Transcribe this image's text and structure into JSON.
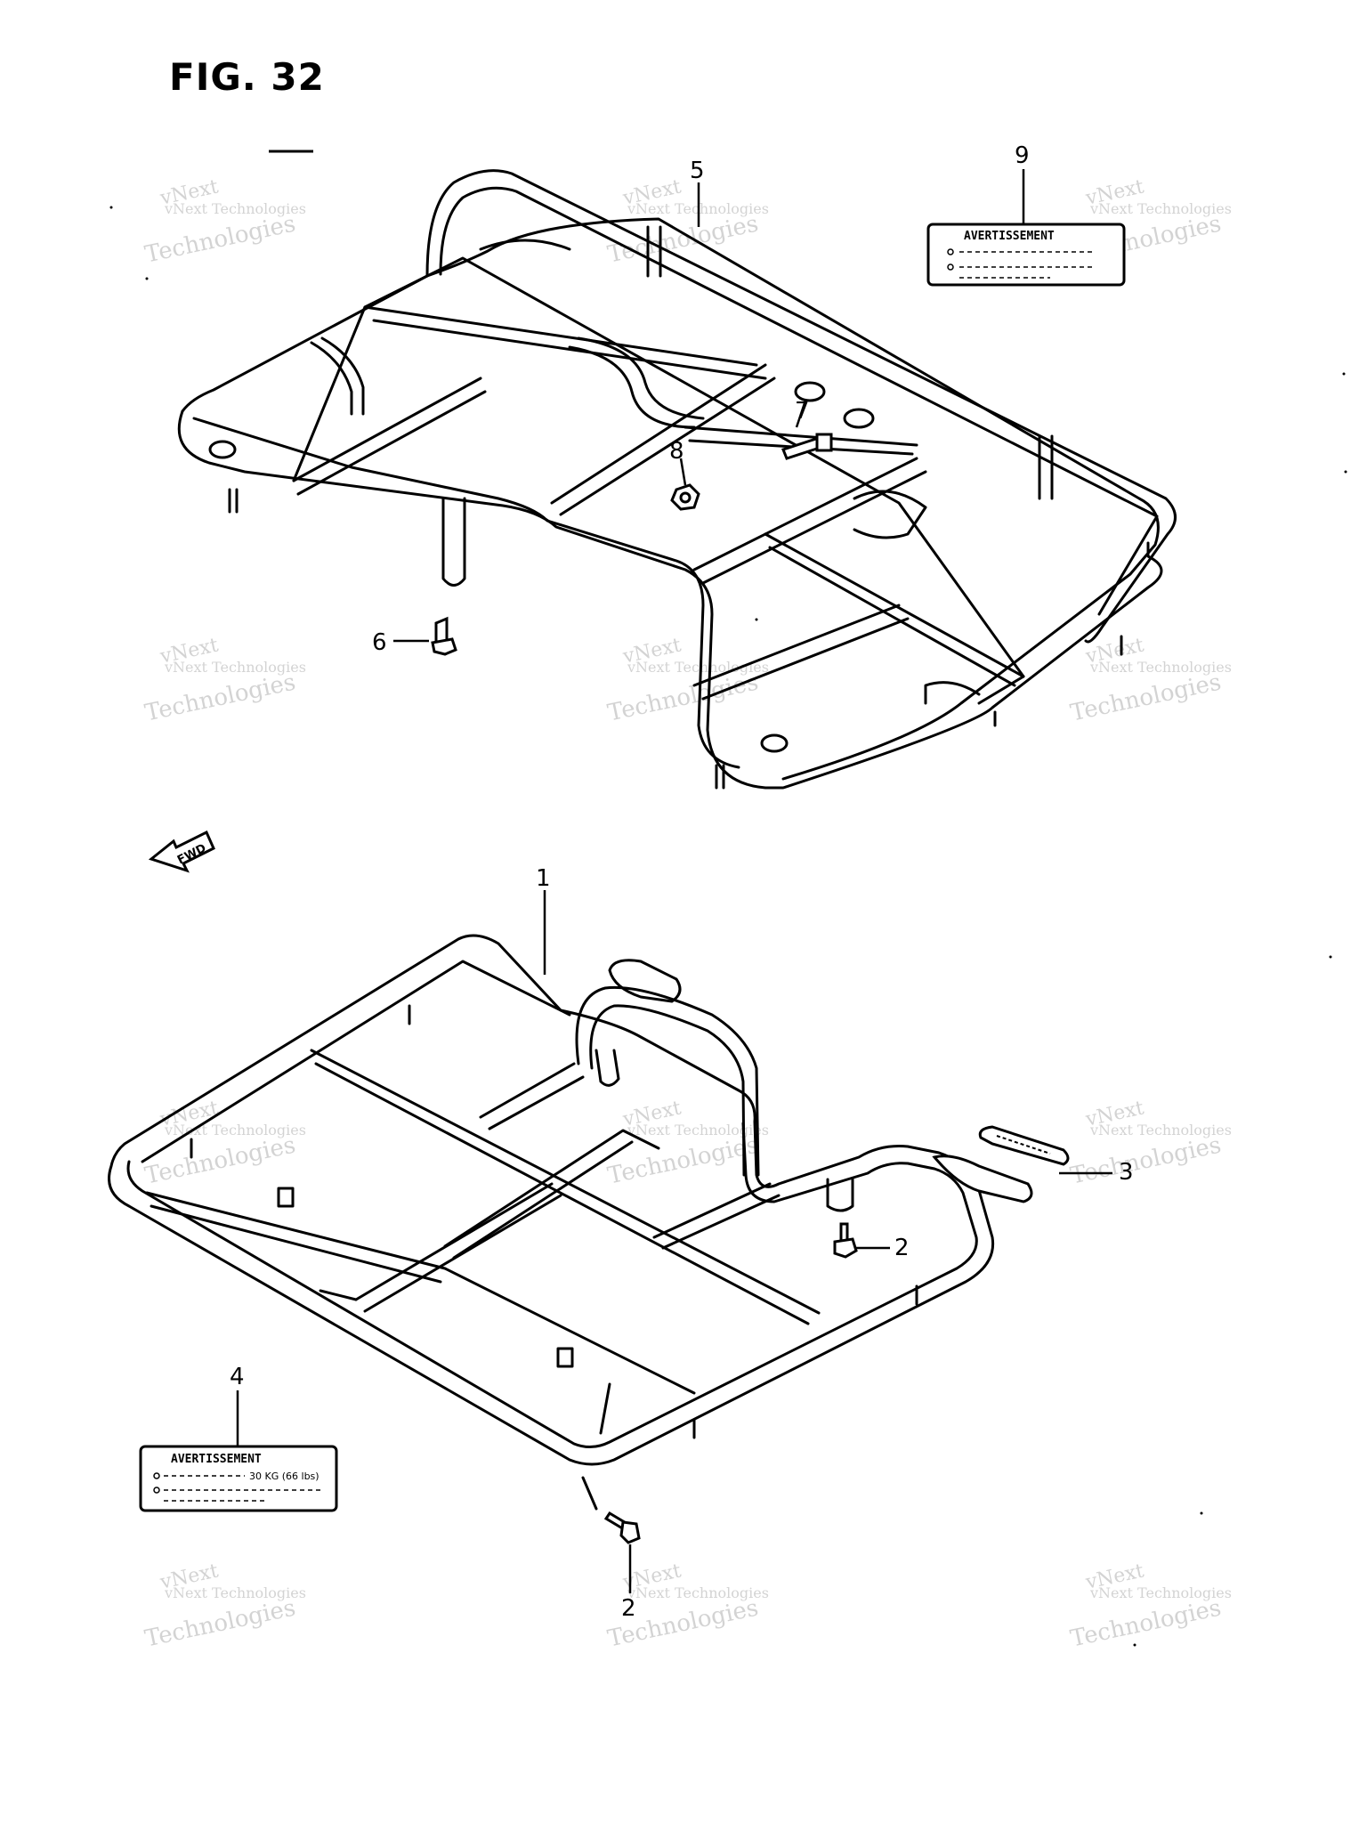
{
  "figure": {
    "title": "FIG. 32"
  },
  "callouts": {
    "c1": "1",
    "c2a": "2",
    "c2b": "2",
    "c3": "3",
    "c4": "4",
    "c5": "5",
    "c6": "6",
    "c7": "7",
    "c8": "8",
    "c9": "9"
  },
  "warning_label_top": {
    "title": "AVERTISSEMENT"
  },
  "warning_label_bottom": {
    "title": "AVERTISSEMENT",
    "line1": "30 KG (66 lbs)"
  },
  "direction_arrow": {
    "text": "FWD",
    "icon": "forward-arrow-icon"
  },
  "watermark": {
    "line1": "vNext Technologies",
    "line2": "vNext",
    "line3": "Technologies"
  }
}
